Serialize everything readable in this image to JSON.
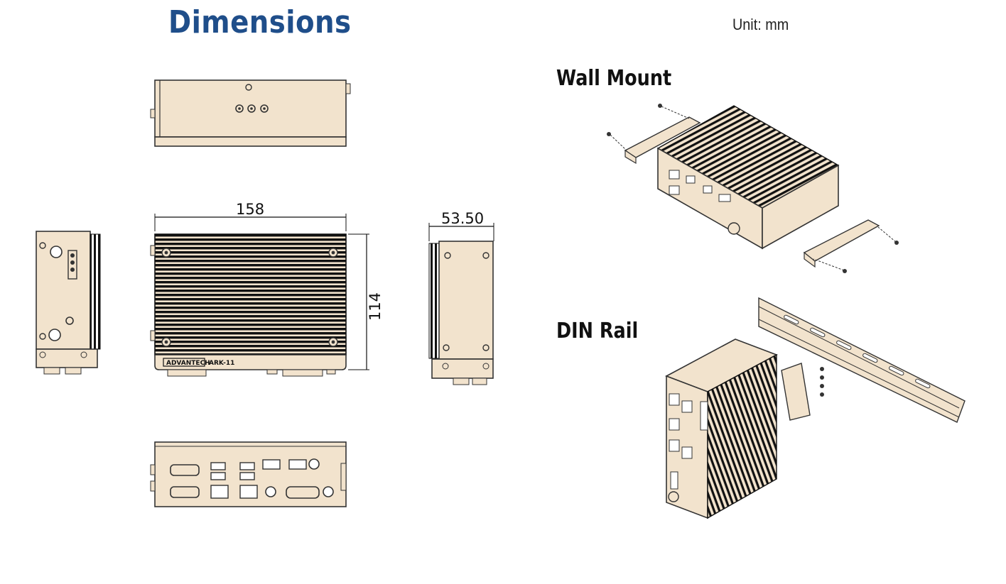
{
  "header": {
    "title": "Dimensions",
    "unit": "Unit: mm"
  },
  "views": {
    "wall_mount": "Wall Mount",
    "din_rail": "DIN Rail"
  },
  "dimensions": {
    "width": "158",
    "depth": "53.50",
    "height": "114"
  },
  "device": {
    "brand": "ADVANTECH",
    "model": "ARK-11"
  },
  "colors": {
    "title": "#1f4e8a",
    "body": "#f2e3cd",
    "outline": "#333333"
  }
}
